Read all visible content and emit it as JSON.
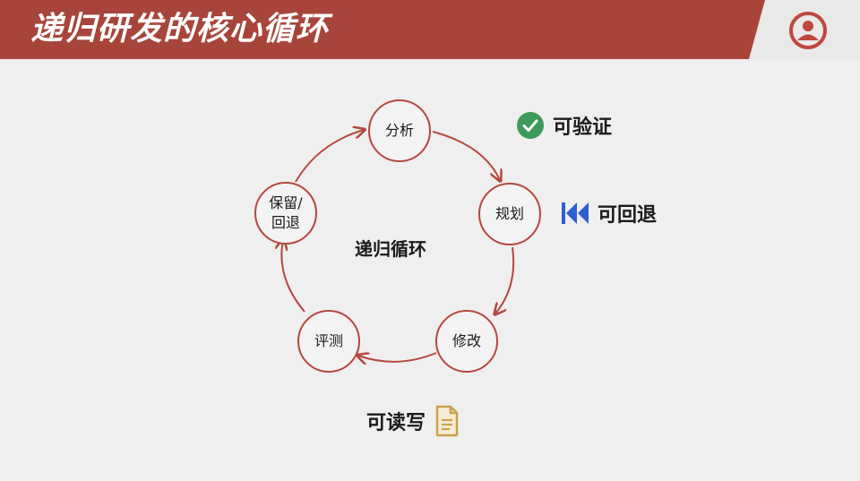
{
  "header": {
    "title": "递归研发的核心循环"
  },
  "diagram": {
    "center_label": "递归循环",
    "nodes": {
      "analyze": "分析",
      "plan": "规划",
      "modify": "修改",
      "evaluate": "评测",
      "keep_line1": "保留/",
      "keep_line2": "回退"
    }
  },
  "legend": {
    "verifiable": {
      "label": "可验证",
      "icon": "check-circle-icon",
      "color": "#3d9a5b"
    },
    "revertible": {
      "label": "可回退",
      "icon": "rewind-icon",
      "color": "#2f5fd0"
    },
    "readwrite": {
      "label": "可读写",
      "icon": "document-icon",
      "color": "#c9a24a"
    }
  },
  "colors": {
    "accent": "#a8453a",
    "ring": "#b5473f"
  }
}
